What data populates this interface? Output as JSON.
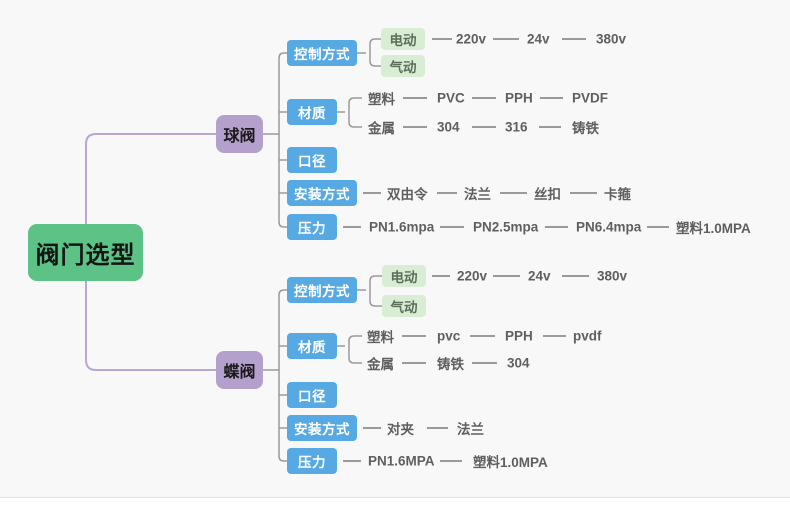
{
  "map": {
    "root": {
      "label": "阀门选型"
    },
    "ball": {
      "label": "球阀",
      "control": {
        "label": "控制方式",
        "electric": "电动",
        "pneumatic": "气动",
        "v1": "220v",
        "v2": "24v",
        "v3": "380v"
      },
      "material": {
        "label": "材质",
        "plastic": "塑料",
        "p1": "PVC",
        "p2": "PPH",
        "p3": "PVDF",
        "metal": "金属",
        "m1": "304",
        "m2": "316",
        "m3": "铸铁"
      },
      "diameter": {
        "label": "口径"
      },
      "install": {
        "label": "安装方式",
        "i1": "双由令",
        "i2": "法兰",
        "i3": "丝扣",
        "i4": "卡箍"
      },
      "pressure": {
        "label": "压力",
        "p1": "PN1.6mpa",
        "p2": "PN2.5mpa",
        "p3": "PN6.4mpa",
        "p4": "塑料1.0MPA"
      }
    },
    "butterfly": {
      "label": "蝶阀",
      "control": {
        "label": "控制方式",
        "electric": "电动",
        "pneumatic": "气动",
        "v1": "220v",
        "v2": "24v",
        "v3": "380v"
      },
      "material": {
        "label": "材质",
        "plastic": "塑料",
        "p1": "pvc",
        "p2": "PPH",
        "p3": "pvdf",
        "metal": "金属",
        "m1": "铸铁",
        "m2": "304"
      },
      "diameter": {
        "label": "口径"
      },
      "install": {
        "label": "安装方式",
        "i1": "对夹",
        "i2": "法兰"
      },
      "pressure": {
        "label": "压力",
        "p1": "PN1.6MPA",
        "p2": "塑料1.0MPA"
      }
    }
  },
  "colors": {
    "background": "#f8f8f8",
    "root-green": "#5cc286",
    "branch-purple": "#b4a0cc",
    "category-blue": "#57a9e3",
    "sub-green": "#d9edd4",
    "line-gray": "#9a9a9a",
    "line-purple": "#b9a7d3",
    "leaf-text": "#5f5f5f"
  }
}
